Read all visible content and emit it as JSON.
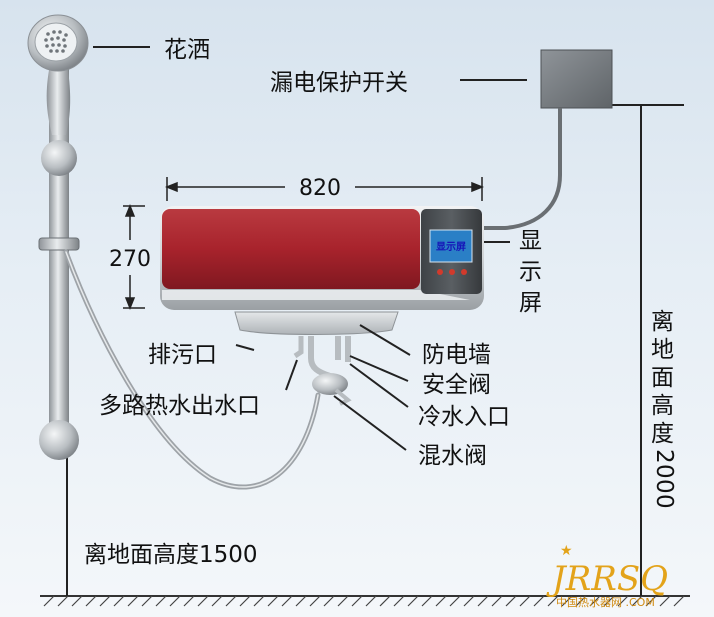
{
  "colors": {
    "background_top": "#d7e3ee",
    "heater_body": "#a8232c",
    "screen": "#2a7fc6",
    "screen_text": "#1616b8",
    "metal": "#c4c8cc",
    "watermark": "#e3a31a"
  },
  "labels": {
    "shower_head": "花洒",
    "leakage_switch": "漏电保护开关",
    "width_dim": "820",
    "height_dim": "270",
    "display_screen": [
      "显",
      "示",
      "屏"
    ],
    "screen_text": "显示屏",
    "drain_outlet": "排污口",
    "multi_outlet": "多路热水出水口",
    "anti_electric_wall": "防电墙",
    "safety_valve": "安全阀",
    "cold_inlet": "冷水入口",
    "mixing_valve": "混水阀",
    "height_1500": "离地面高度1500",
    "height_2000": [
      "离",
      "地",
      "面",
      "高",
      "度",
      "2",
      "0",
      "0",
      "0"
    ]
  },
  "watermark": {
    "brand": "JRRSQ",
    "domain": "中国热水器网 .COM"
  }
}
